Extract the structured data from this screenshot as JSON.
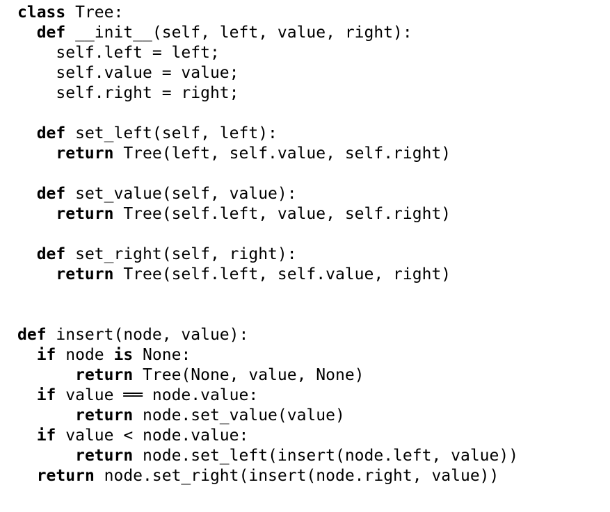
{
  "page": {
    "background": "#ffffff",
    "text_color": "#000000",
    "language": "python",
    "description": "code-listing"
  },
  "code": {
    "lines": [
      {
        "segments": [
          {
            "t": "class",
            "kw": true
          },
          {
            "t": " Tree:",
            "kw": false
          }
        ]
      },
      {
        "segments": [
          {
            "t": "  ",
            "kw": false
          },
          {
            "t": "def",
            "kw": true
          },
          {
            "t": " __init__(self, left, value, right):",
            "kw": false
          }
        ]
      },
      {
        "segments": [
          {
            "t": "    self.left = left;",
            "kw": false
          }
        ]
      },
      {
        "segments": [
          {
            "t": "    self.value = value;",
            "kw": false
          }
        ]
      },
      {
        "segments": [
          {
            "t": "    self.right = right;",
            "kw": false
          }
        ]
      },
      {
        "segments": []
      },
      {
        "segments": [
          {
            "t": "  ",
            "kw": false
          },
          {
            "t": "def",
            "kw": true
          },
          {
            "t": " set_left(self, left):",
            "kw": false
          }
        ]
      },
      {
        "segments": [
          {
            "t": "    ",
            "kw": false
          },
          {
            "t": "return",
            "kw": true
          },
          {
            "t": " Tree(left, self.value, self.right)",
            "kw": false
          }
        ]
      },
      {
        "segments": []
      },
      {
        "segments": [
          {
            "t": "  ",
            "kw": false
          },
          {
            "t": "def",
            "kw": true
          },
          {
            "t": " set_value(self, value):",
            "kw": false
          }
        ]
      },
      {
        "segments": [
          {
            "t": "    ",
            "kw": false
          },
          {
            "t": "return",
            "kw": true
          },
          {
            "t": " Tree(self.left, value, self.right)",
            "kw": false
          }
        ]
      },
      {
        "segments": []
      },
      {
        "segments": [
          {
            "t": "  ",
            "kw": false
          },
          {
            "t": "def",
            "kw": true
          },
          {
            "t": " set_right(self, right):",
            "kw": false
          }
        ]
      },
      {
        "segments": [
          {
            "t": "    ",
            "kw": false
          },
          {
            "t": "return",
            "kw": true
          },
          {
            "t": " Tree(self.left, self.value, right)",
            "kw": false
          }
        ]
      },
      {
        "segments": []
      },
      {
        "segments": []
      },
      {
        "segments": [
          {
            "t": "def",
            "kw": true
          },
          {
            "t": " insert(node, value):",
            "kw": false
          }
        ]
      },
      {
        "segments": [
          {
            "t": "  ",
            "kw": false
          },
          {
            "t": "if",
            "kw": true
          },
          {
            "t": " node ",
            "kw": false
          },
          {
            "t": "is",
            "kw": true
          },
          {
            "t": " None:",
            "kw": false
          }
        ]
      },
      {
        "segments": [
          {
            "t": "      ",
            "kw": false
          },
          {
            "t": "return",
            "kw": true
          },
          {
            "t": " Tree(None, value, None)",
            "kw": false
          }
        ]
      },
      {
        "segments": [
          {
            "t": "  ",
            "kw": false
          },
          {
            "t": "if",
            "kw": true
          },
          {
            "t": " value ══ node.value:",
            "kw": false
          }
        ]
      },
      {
        "segments": [
          {
            "t": "      ",
            "kw": false
          },
          {
            "t": "return",
            "kw": true
          },
          {
            "t": " node.set_value(value)",
            "kw": false
          }
        ]
      },
      {
        "segments": [
          {
            "t": "  ",
            "kw": false
          },
          {
            "t": "if",
            "kw": true
          },
          {
            "t": " value < node.value:",
            "kw": false
          }
        ]
      },
      {
        "segments": [
          {
            "t": "      ",
            "kw": false
          },
          {
            "t": "return",
            "kw": true
          },
          {
            "t": " node.set_left(insert(node.left, value))",
            "kw": false
          }
        ]
      },
      {
        "segments": [
          {
            "t": "  ",
            "kw": false
          },
          {
            "t": "return",
            "kw": true
          },
          {
            "t": " node.set_right(insert(node.right, value))",
            "kw": false
          }
        ]
      }
    ]
  }
}
